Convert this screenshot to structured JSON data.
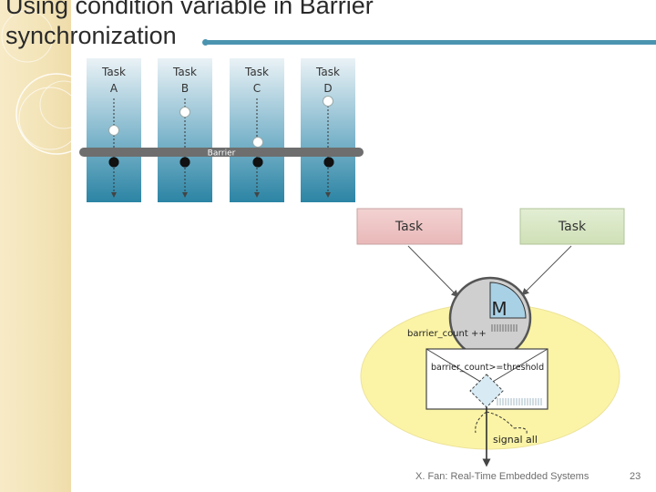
{
  "slide": {
    "title": "Using condition variable in Barrier synchronization",
    "footer": "X. Fan: Real-Time Embedded Systems",
    "page_number": "23"
  },
  "top_diagram": {
    "tasks": [
      {
        "line1": "Task",
        "line2": "A"
      },
      {
        "line1": "Task",
        "line2": "B"
      },
      {
        "line1": "Task",
        "line2": "C"
      },
      {
        "line1": "Task",
        "line2": "D"
      }
    ],
    "barrier_label": "Barrier",
    "colors": {
      "task_top": "#dce9ef",
      "task_bottom": "#2e87a6",
      "barrier": "#6e6e6e"
    }
  },
  "bottom_diagram": {
    "task_left": "Task",
    "task_right": "Task",
    "monitor_label": "M",
    "increment_label": "barrier_count ++",
    "condition_label": "barrier_count>=threshold",
    "signal_label": "signal all",
    "colors": {
      "task_left": "#f1c9c9",
      "task_right": "#d8e6c4",
      "ellipse": "#fbf4a6",
      "monitor_fill": "#a9d1e6"
    }
  }
}
